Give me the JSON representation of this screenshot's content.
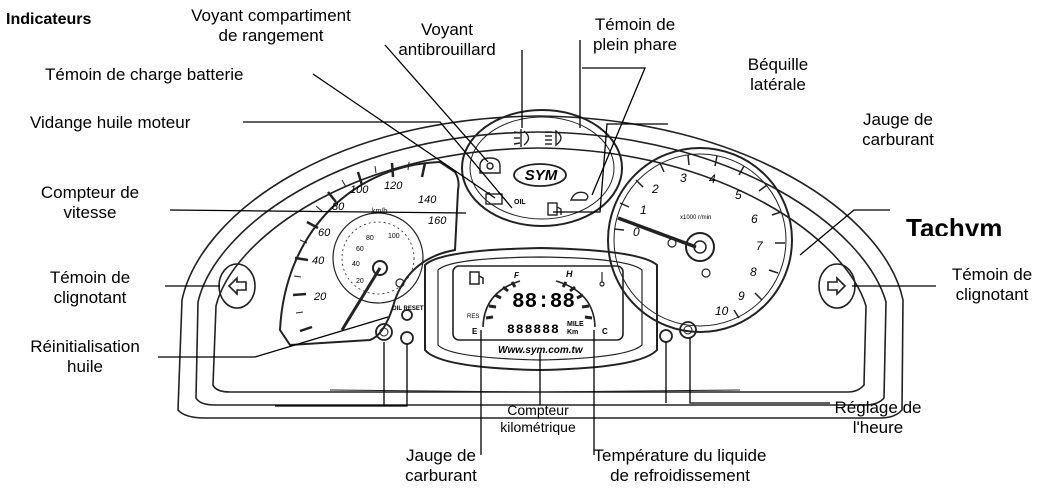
{
  "title": "Indicateurs",
  "labels": {
    "storage_light": [
      "Voyant    compartiment",
      "de rangement"
    ],
    "fog_light": [
      "Voyant",
      "antibrouillard"
    ],
    "high_beam": [
      "Témoin de",
      "plein phare"
    ],
    "side_stand": [
      "Béquille",
      "latérale"
    ],
    "battery": "Témoin de charge batterie",
    "oil_change": "Vidange huile moteur",
    "fuel_gauge_top": [
      "Jauge de",
      "carburant"
    ],
    "speedometer": [
      "Compteur de",
      "vitesse"
    ],
    "tachometer": "Tachym",
    "turn_left": [
      "Témoin de",
      "clignotant"
    ],
    "turn_right": [
      "Témoin de",
      "clignotant"
    ],
    "oil_reset": [
      "Réinitialisation",
      "huile"
    ],
    "odometer": [
      "Compteur",
      "kilométrique"
    ],
    "fuel_gauge_bottom": [
      "Jauge de",
      "carburant"
    ],
    "coolant_temp": [
      "Température du liquide",
      "de refroidissement"
    ],
    "clock_set": [
      "Réglage de",
      "l'heure"
    ]
  },
  "dashboard": {
    "brand": "SYM",
    "speed_unit": "km/h",
    "speed_ticks": [
      "20",
      "40",
      "60",
      "80",
      "100",
      "120",
      "140",
      "160"
    ],
    "speed_inner_ticks": [
      "20",
      "40",
      "60",
      "80",
      "100"
    ],
    "rpm_unit": "x1000 r/min",
    "rpm_ticks": [
      "0",
      "1",
      "2",
      "3",
      "4",
      "5",
      "6",
      "7",
      "8",
      "9",
      "10"
    ],
    "lcd_clock": "88:88",
    "lcd_odometer": "888888",
    "lcd_units": [
      "MILE",
      "Km"
    ],
    "fuel_letters": [
      "E",
      "F"
    ],
    "temp_letters": [
      "C",
      "H"
    ],
    "res_label": "RES",
    "oil_label": "OIL",
    "oil_reset_label": "OIL RESET",
    "website": "Www.sym.com.tw"
  }
}
